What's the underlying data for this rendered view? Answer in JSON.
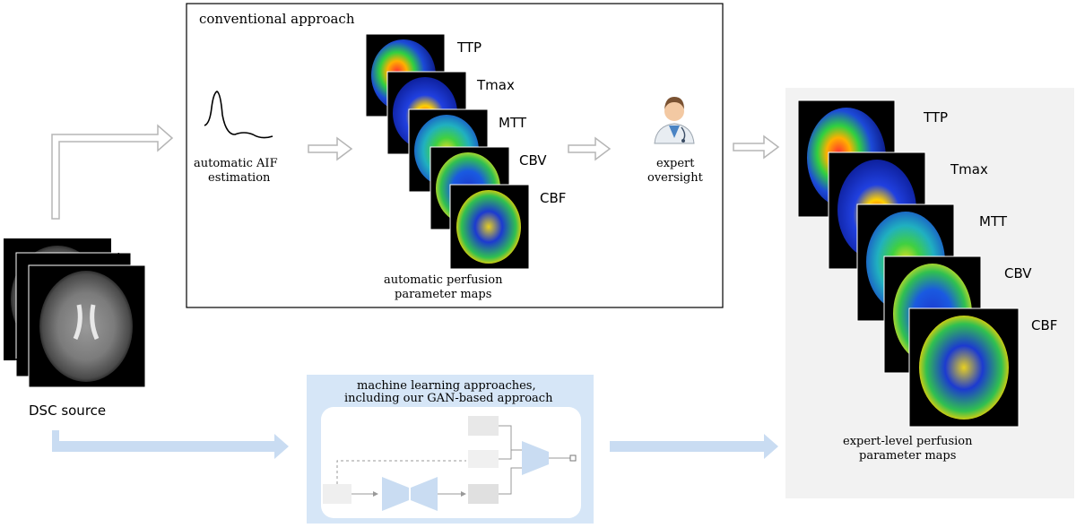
{
  "source": {
    "label": "DSC source",
    "dots": "⋱"
  },
  "conventional": {
    "title": "conventional approach",
    "aif_label_line1": "automatic AIF",
    "aif_label_line2": "estimation",
    "maps_caption_line1": "automatic perfusion",
    "maps_caption_line2": "parameter maps",
    "expert_line1": "expert",
    "expert_line2": "oversight",
    "map_labels": [
      "TTP",
      "Tmax",
      "MTT",
      "CBV",
      "CBF"
    ]
  },
  "ml": {
    "title_line1": "machine learning approaches,",
    "title_line2": "including our GAN-based approach"
  },
  "output": {
    "caption_line1": "expert-level perfusion",
    "caption_line2": "parameter maps",
    "map_labels": [
      "TTP",
      "Tmax",
      "MTT",
      "CBV",
      "CBF"
    ]
  },
  "colors": {
    "ml_blue": "#d6e6f7",
    "ml_arrow": "#c9dcf2",
    "output_panel": "#f2f2f2",
    "outline_arrow": "#b5b5b5",
    "map_background": "#000000"
  },
  "icons": {
    "doctor": "doctor-icon",
    "aif_curve": "aif-curve-icon"
  }
}
